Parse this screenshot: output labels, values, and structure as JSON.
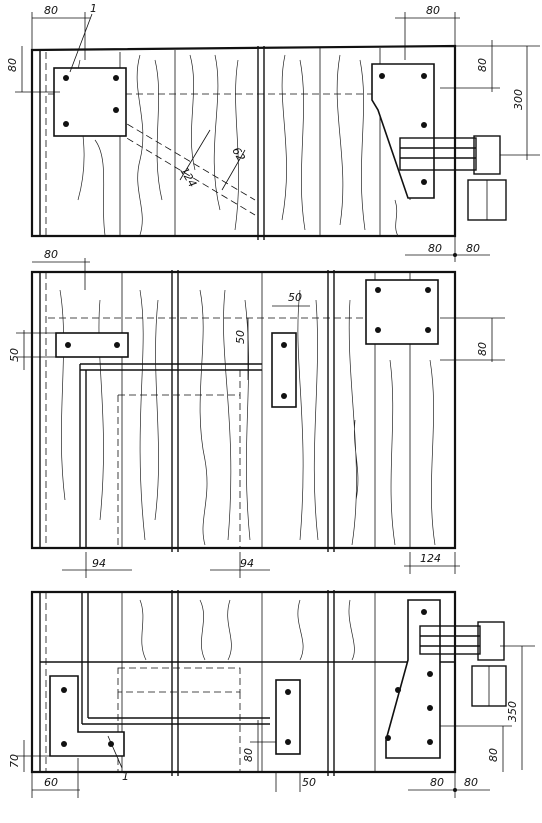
{
  "dimensions": {
    "d80_top_left": "80",
    "d80_top_right": "80",
    "d80_side_left": "80",
    "d80_side_right": "80",
    "d300": "300",
    "d124_diag": "124",
    "d62": "62",
    "d80_mid_right_top": "80",
    "d80_mid_right_bottom": "80",
    "d80_mid_left": "80",
    "d50_mid_left": "50",
    "d50_horiz": "50",
    "d50_vert": "50",
    "d80_mid_side": "80",
    "d94_left": "94",
    "d94_right": "94",
    "d124_bottom": "124",
    "d350": "350",
    "d80_bot_vert_left": "80",
    "d80_bot_vert_right": "80",
    "d70": "70",
    "d60": "60",
    "d50_bottom": "50",
    "d80_bot_a": "80",
    "d80_bot_b": "80"
  },
  "callouts": {
    "top": "1",
    "bottom": "1"
  }
}
